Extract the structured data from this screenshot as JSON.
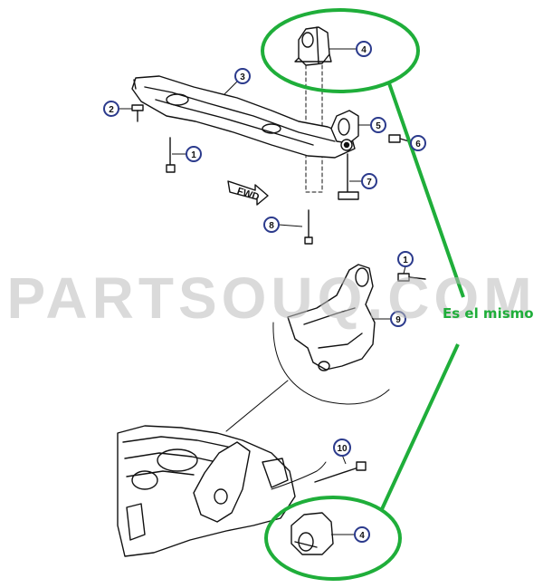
{
  "callouts": [
    {
      "label": "1"
    },
    {
      "label": "2"
    },
    {
      "label": "3"
    },
    {
      "label": "4"
    },
    {
      "label": "5"
    },
    {
      "label": "6"
    },
    {
      "label": "7"
    },
    {
      "label": "8"
    },
    {
      "label": "1"
    },
    {
      "label": "9"
    },
    {
      "label": "10"
    },
    {
      "label": "4"
    }
  ],
  "arrow_label": "FWD",
  "watermark": "PARTSOUQ.COM",
  "annotation": {
    "text": "Es el mismo",
    "color": "#1fae3a"
  },
  "colors": {
    "line": "#111111",
    "highlight": "#1fae3a",
    "callout_ring": "#2b3a8c"
  }
}
